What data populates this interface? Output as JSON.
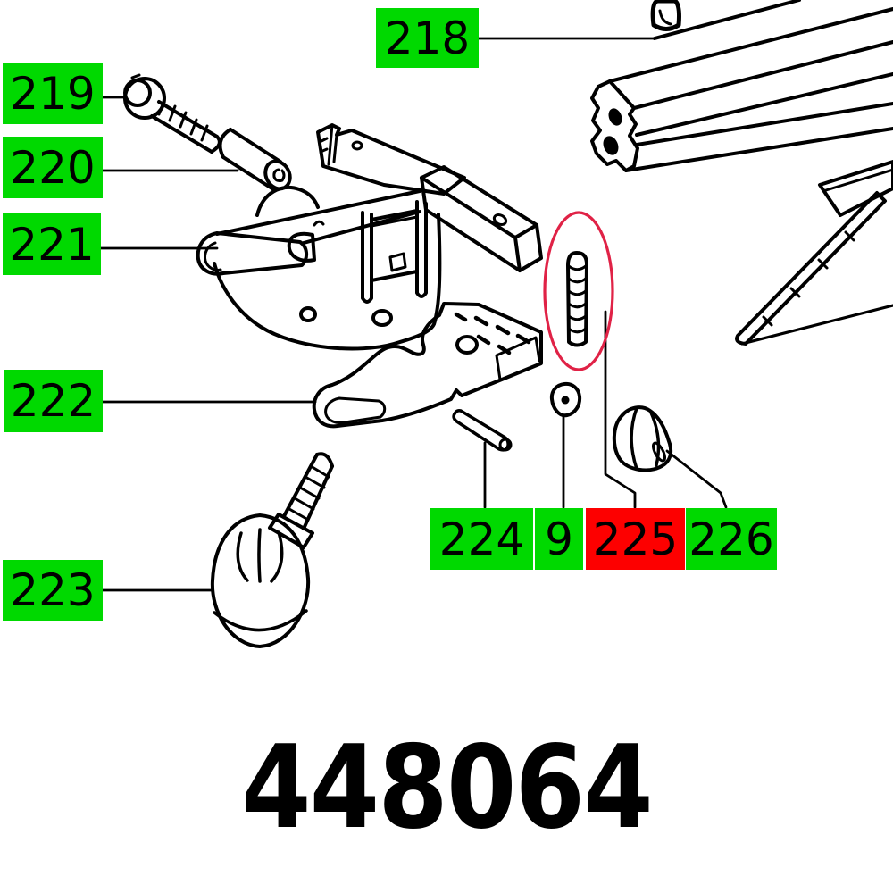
{
  "diagram": {
    "title": "exploded parts diagram",
    "part_number": "448064",
    "colors": {
      "label_bg": "#00d900",
      "selected_bg": "#fd0000",
      "line": "#000000",
      "highlight_ellipse": "#e02246"
    },
    "callouts": [
      {
        "label": "218",
        "selected": false
      },
      {
        "label": "219",
        "selected": false
      },
      {
        "label": "220",
        "selected": false
      },
      {
        "label": "221",
        "selected": false
      },
      {
        "label": "222",
        "selected": false
      },
      {
        "label": "223",
        "selected": false
      },
      {
        "label": "224",
        "selected": false
      },
      {
        "label": "9",
        "selected": false
      },
      {
        "label": "225",
        "selected": true
      },
      {
        "label": "226",
        "selected": false
      }
    ]
  }
}
